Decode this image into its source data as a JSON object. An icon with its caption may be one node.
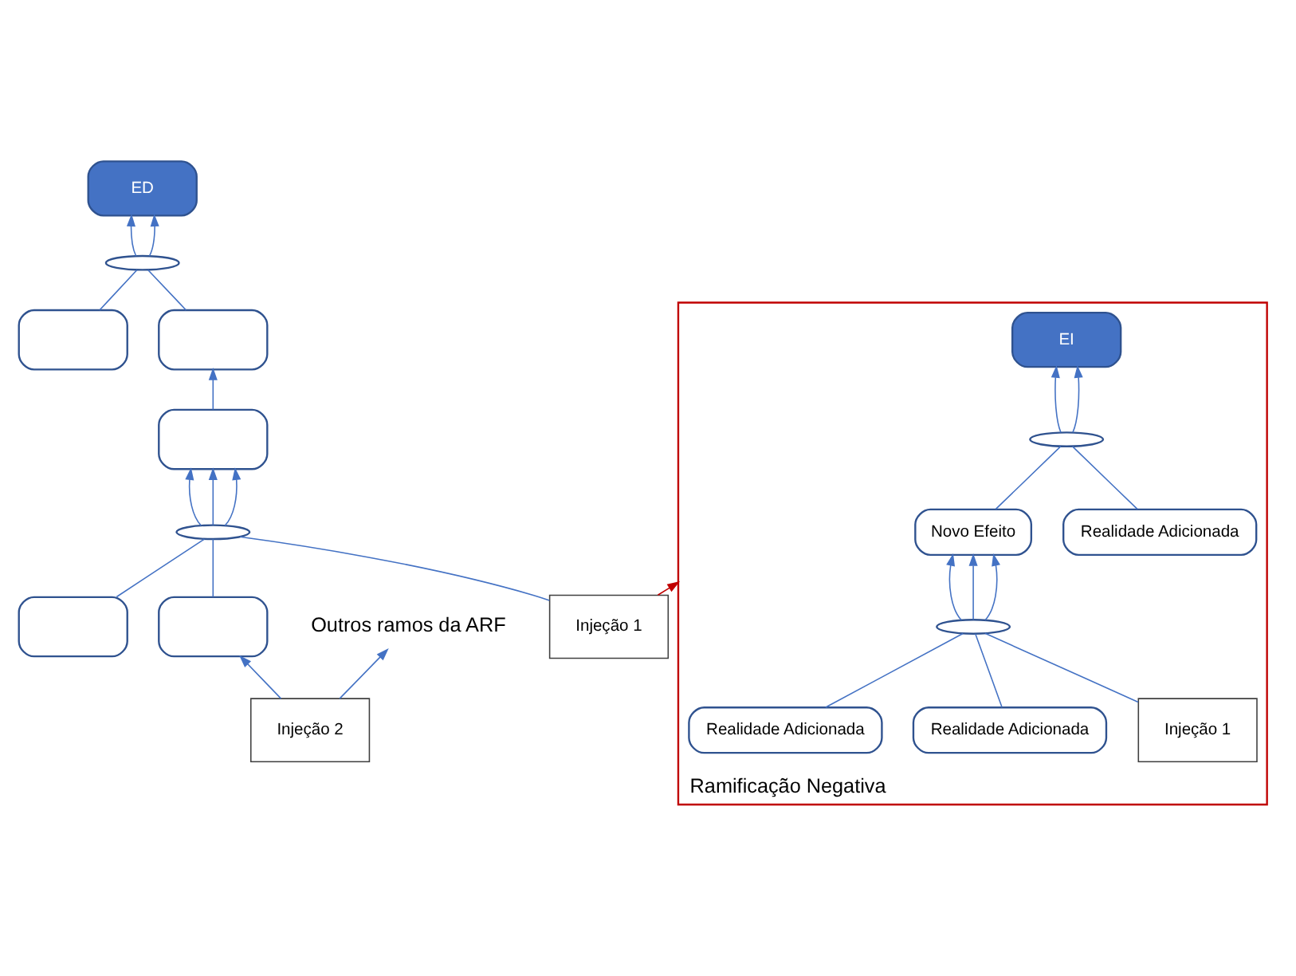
{
  "diagram": {
    "nodes": [
      {
        "text": [
          "ED"
        ]
      },
      {
        "text": [],
        "shape": "ellipse"
      },
      {
        "text": [],
        "shape": "box"
      },
      {
        "text": [],
        "shape": "box"
      },
      {
        "text": [],
        "shape": "box"
      },
      {
        "text": [],
        "shape": "ellipse"
      },
      {
        "text": [],
        "shape": "box"
      },
      {
        "text": [],
        "shape": "box"
      },
      {
        "text": [
          "Injeção 1"
        ]
      },
      {
        "text": [
          "Outros ramos da ARF"
        ]
      },
      {
        "text": [
          "Injeção 2"
        ]
      },
      {
        "text": [
          "Ramificação Negativa"
        ]
      },
      {
        "text": [
          "EI"
        ],
        "in": 11
      },
      {
        "text": [],
        "shape": "ellipse",
        "in": 11
      },
      {
        "text": [
          "Novo Efeito"
        ],
        "in": 11
      },
      {
        "text": [
          "Realidade Adicionada"
        ],
        "in": 11
      },
      {
        "text": [],
        "shape": "ellipse",
        "in": 11
      },
      {
        "text": [
          "Injeção 1"
        ],
        "in": 11
      },
      {
        "text": [
          "Realidade Adicionada"
        ],
        "in": 11
      },
      {
        "text": [
          "Realidade Adicionada"
        ],
        "in": 11
      }
    ],
    "edges": [
      {
        "from": 1,
        "to": 0,
        "arrow": "to"
      },
      {
        "from": 1,
        "to": 0,
        "arrow": "to"
      },
      {
        "from": 2,
        "to": 1,
        "arrow": "none"
      },
      {
        "from": 3,
        "to": 1,
        "arrow": "none"
      },
      {
        "from": 4,
        "to": 3,
        "arrow": "to"
      },
      {
        "from": 5,
        "to": 4,
        "arrow": "to"
      },
      {
        "from": 5,
        "to": 4,
        "arrow": "to"
      },
      {
        "from": 5,
        "to": 4,
        "arrow": "to"
      },
      {
        "from": 7,
        "to": 5,
        "arrow": "none"
      },
      {
        "from": 6,
        "to": 5,
        "arrow": "none"
      },
      {
        "from": 8,
        "to": 5,
        "arrow": "none"
      },
      {
        "from": 10,
        "to": 7,
        "arrow": "to"
      },
      {
        "from": 10,
        "to": 9,
        "arrow": "to"
      },
      {
        "from": 8,
        "to": 11,
        "arrow": "to",
        "color": "#c00000"
      },
      {
        "from": 13,
        "to": 12,
        "arrow": "to"
      },
      {
        "from": 13,
        "to": 12,
        "arrow": "to"
      },
      {
        "from": 14,
        "to": 13,
        "arrow": "none"
      },
      {
        "from": 15,
        "to": 13,
        "arrow": "none"
      },
      {
        "from": 16,
        "to": 14,
        "arrow": "to"
      },
      {
        "from": 16,
        "to": 14,
        "arrow": "to"
      },
      {
        "from": 16,
        "to": 14,
        "arrow": "to"
      },
      {
        "from": 17,
        "to": 16,
        "arrow": "none"
      },
      {
        "from": 19,
        "to": 16,
        "arrow": "none"
      },
      {
        "from": 18,
        "to": 16,
        "arrow": "none"
      }
    ]
  }
}
